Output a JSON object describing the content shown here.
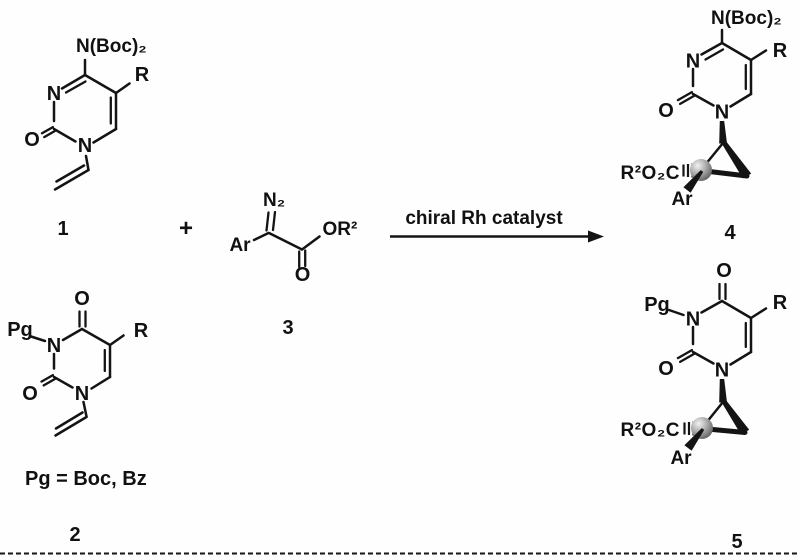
{
  "reaction": {
    "plus": "+",
    "arrow_label": "chiral Rh catalyst"
  },
  "compound1": {
    "number": "1",
    "amine_label": "N(Boc)₂",
    "ring_n3": "N",
    "ring_n1": "N",
    "carbonyl_o": "O",
    "r_group": "R"
  },
  "compound2": {
    "number": "2",
    "pg_label": "Pg",
    "top_o": "O",
    "ring_n3": "N",
    "ring_n1": "N",
    "left_o": "O",
    "r_group": "R",
    "pg_definition": "Pg = Boc, Bz"
  },
  "compound3": {
    "number": "3",
    "ar_label": "Ar",
    "diazo_label": "N₂",
    "ester_label": "OR²",
    "carbonyl_o": "O"
  },
  "compound4": {
    "number": "4",
    "amine_label": "N(Boc)₂",
    "ring_n3": "N",
    "ring_n1": "N",
    "carbonyl_o": "O",
    "r_group": "R",
    "ester_label": "R²O₂C",
    "ar_label": "Ar"
  },
  "compound5": {
    "number": "5",
    "pg_label": "Pg",
    "top_o": "O",
    "ring_n3": "N",
    "ring_n1": "N",
    "left_o": "O",
    "r_group": "R",
    "ester_label": "R²O₂C",
    "ar_label": "Ar"
  }
}
